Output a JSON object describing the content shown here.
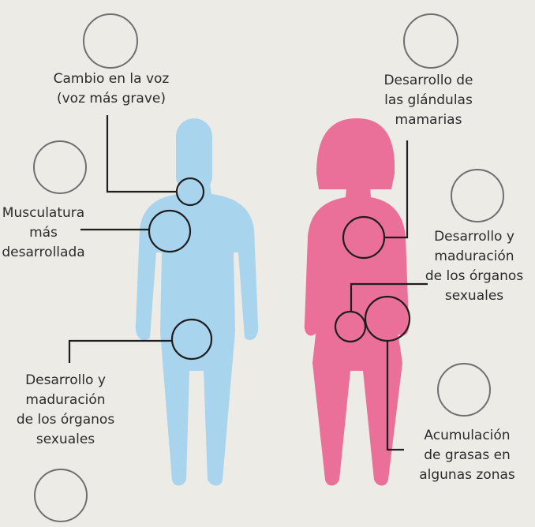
{
  "colors": {
    "background": "#ecebe6",
    "male_figure": "#a9d4ee",
    "female_figure": "#ea6f99",
    "line": "#1e1e1e",
    "empty_circle": "#6f6f6f"
  },
  "labels": {
    "voice_change": [
      "Cambio en la voz",
      "(voz más grave)"
    ],
    "musculature": [
      "Musculatura",
      "más",
      "desarrollada"
    ],
    "male_sexual_organs": [
      "Desarrollo y",
      "maduración",
      "de los órganos",
      "sexuales"
    ],
    "mammary_glands": [
      "Desarrollo de",
      "las glándulas",
      "mamarias"
    ],
    "female_sexual_organs": [
      "Desarrollo y",
      "maduración",
      "de los órganos",
      "sexuales"
    ],
    "fat_accumulation": [
      "Acumulación",
      "de grasas en",
      "algunas zonas"
    ]
  }
}
